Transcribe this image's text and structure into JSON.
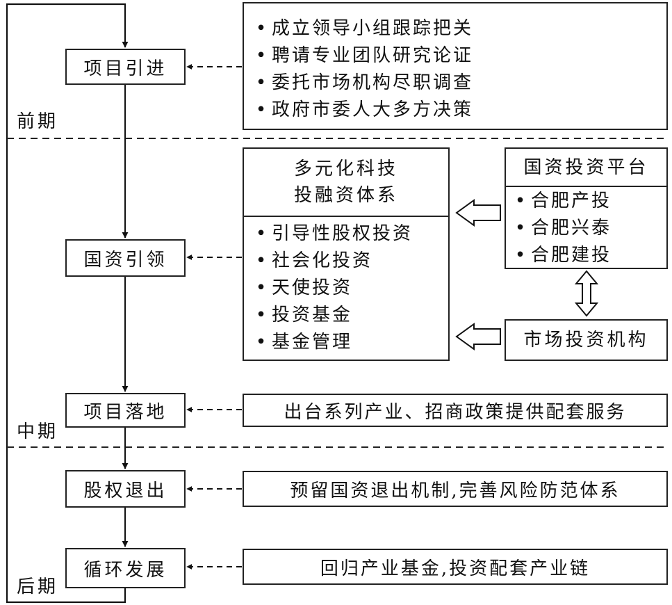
{
  "phases": {
    "early": "前期",
    "mid": "中期",
    "late": "后期"
  },
  "steps": {
    "introduce": "项目引进",
    "lead": "国资引领",
    "land": "项目落地",
    "exit": "股权退出",
    "cycle": "循环发展"
  },
  "early_measures": [
    "成立领导小组跟踪把关",
    "聘请专业团队研究论证",
    "委托市场机构尽职调查",
    "政府市委人大多方决策"
  ],
  "system": {
    "title_line1": "多元化科技",
    "title_line2": "投融资体系",
    "items": [
      "引导性股权投资",
      "社会化投资",
      "天使投资",
      "投资基金",
      "基金管理"
    ]
  },
  "platform": {
    "title": "国资投资平台",
    "items": [
      "合肥产投",
      "合肥兴泰",
      "合肥建投"
    ]
  },
  "market": "市场投资机构",
  "land_desc": "出台系列产业、招商政策提供配套服务",
  "exit_desc": "预留国资退出机制,完善风险防范体系",
  "cycle_desc": "回归产业基金,投资配套产业链"
}
